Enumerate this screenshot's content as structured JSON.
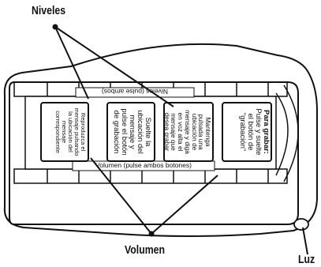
{
  "callouts": {
    "niveles": "Niveles",
    "volumen": "Volumen",
    "luz": "Luz"
  },
  "device": {
    "top_label": "Niveles (pulse ambos)",
    "bottom_label": "Volumen (pulse ambos botones)",
    "buttons": [
      {
        "title": "",
        "text": "Reproduzca el mensaje pulsando la ubicación del mensaje correspondiente"
      },
      {
        "title": "",
        "text": "Suelte la ubicación del mensaje y pulse el botón de grabación"
      },
      {
        "title": "",
        "text": "Mantenga pulsada una ubicación de mensaje y diga en voz alta el mensaje que desea grabar"
      },
      {
        "title": "Para grabar:",
        "text": "Pulse y suelte el botón de \"grabación\""
      }
    ]
  }
}
